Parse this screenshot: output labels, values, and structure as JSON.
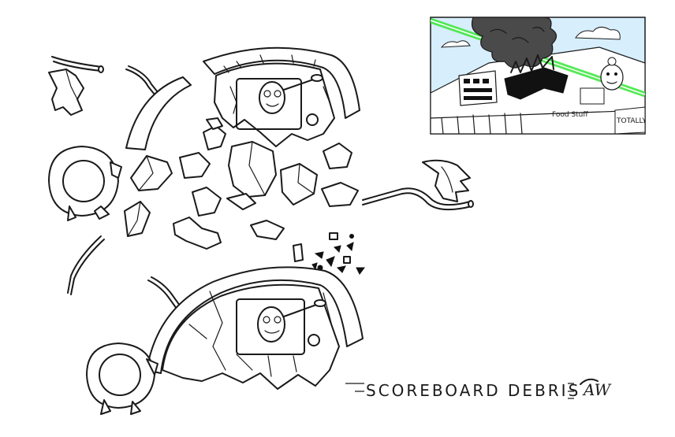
{
  "sheet": {
    "title": "SCOREBOARD DEBRIS",
    "artist_mark": "AW"
  },
  "inset": {
    "signs": [
      "Food Stuff",
      "TOTALLY Toobs"
    ]
  },
  "colors": {
    "ink": "#1a1a1a",
    "paper": "#ffffff",
    "sky": "#d7eefc",
    "laser": "#39e639",
    "smoke": "#4a4a4a"
  }
}
